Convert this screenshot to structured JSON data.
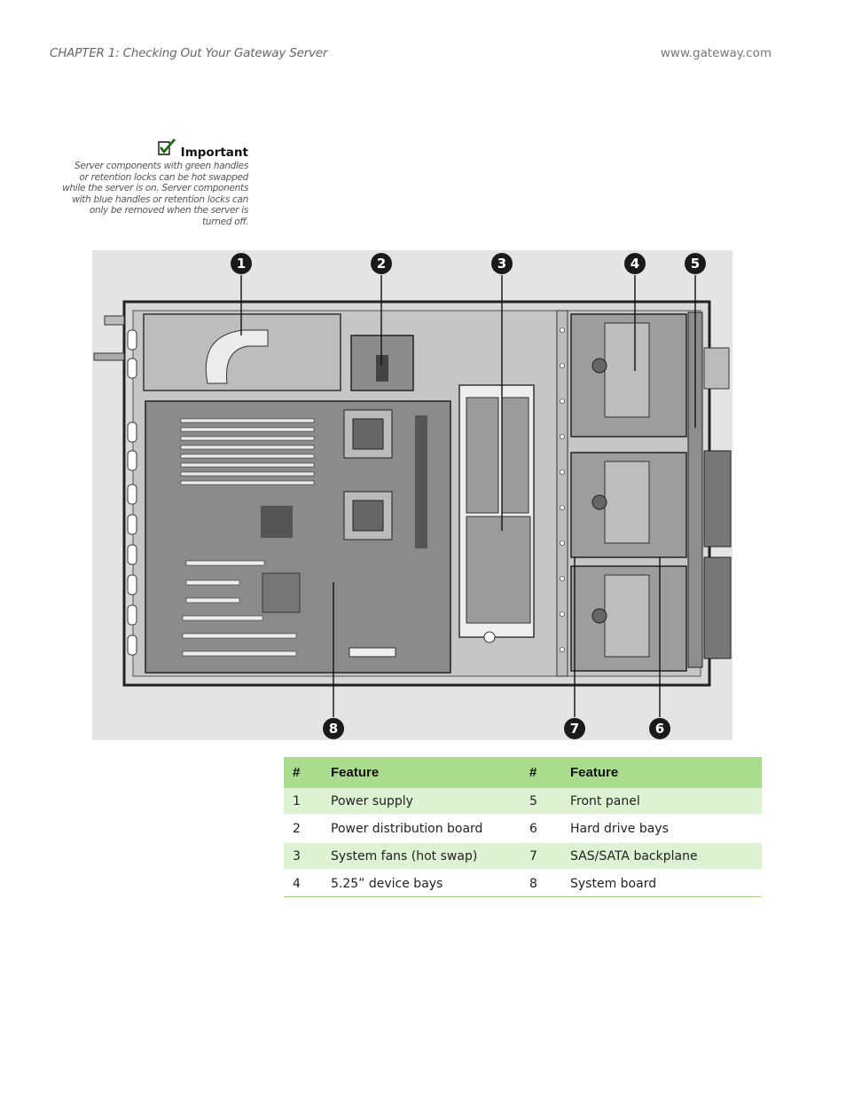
{
  "header": {
    "chapter": "CHAPTER 1: Checking Out Your Gateway Server",
    "website": "www.gateway.com"
  },
  "important": {
    "icon": "checkmark-icon",
    "title": "Important",
    "lines": [
      "Server components with green handles",
      "or retention locks can be hot swapped",
      "while the server is on. Server components",
      "with blue handles or retention locks can",
      "only be removed when the server is",
      "turned off."
    ]
  },
  "figure": {
    "callouts": [
      "1",
      "2",
      "3",
      "4",
      "5",
      "6",
      "7",
      "8"
    ],
    "colors": {
      "callout": "#1a1a1a",
      "chassis": "#9a9a9a",
      "board": "#8a8a8a",
      "background": "#e4e4e4"
    }
  },
  "table": {
    "headers": [
      "#",
      "Feature",
      "#",
      "Feature"
    ],
    "rows": [
      [
        "1",
        "Power supply",
        "5",
        "Front panel"
      ],
      [
        "2",
        "Power distribution board",
        "6",
        "Hard drive bays"
      ],
      [
        "3",
        "System fans (hot swap)",
        "7",
        "SAS/SATA backplane"
      ],
      [
        "4",
        "5.25” device bays",
        "8",
        "System board"
      ]
    ],
    "colors": {
      "header_bg": "#a9dc8d",
      "shade_bg": "#dcf2d2"
    }
  }
}
